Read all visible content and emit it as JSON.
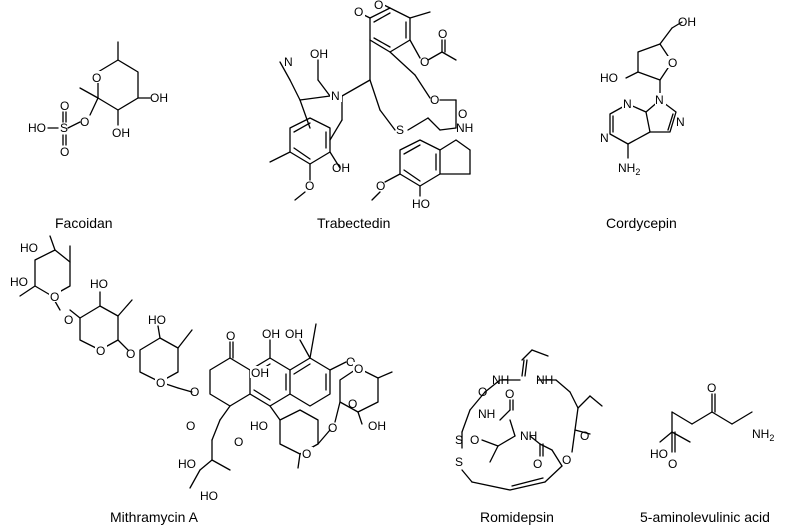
{
  "molecules": [
    {
      "id": "facoidan",
      "name": "Facoidan",
      "atoms": {
        "o_ring": "O",
        "oh1": "OH",
        "oh2": "OH",
        "o_link": "O",
        "s": "S",
        "ho": "HO",
        "o_top": "O",
        "o_bot": "O"
      }
    },
    {
      "id": "trabectedin",
      "name": "Trabectedin",
      "atoms": {
        "o1": "O",
        "o2": "O",
        "n_me": "N",
        "oh_top": "OH",
        "n_ring": "N",
        "o_ac": "O",
        "o_ac2": "O",
        "o_lac": "O",
        "o_lac2": "O",
        "s": "S",
        "nh": "NH",
        "oh_mid": "OH",
        "o_meo": "O",
        "o_meo2": "O",
        "ho": "HO"
      }
    },
    {
      "id": "cordycepin",
      "name": "Cordycepin",
      "atoms": {
        "oh": "OH",
        "o_ring": "O",
        "ho": "HO",
        "n9": "N",
        "n7": "N",
        "n3": "N",
        "n1": "N",
        "nh2": "NH"
      }
    },
    {
      "id": "mithramycin",
      "name": "Mithramycin A",
      "atoms": {
        "ho1": "HO",
        "ho2": "HO",
        "o_r1": "O",
        "o_l1": "O",
        "ho3": "HO",
        "o_r2": "O",
        "o_l2": "O",
        "ho4": "HO",
        "o_r3": "O",
        "o_l3": "O",
        "oh_ar": "OH",
        "oh_ar2": "OH",
        "o_ket": "O",
        "oh_ring": "OH",
        "o_ar_link": "O",
        "o_r4": "O",
        "o_meo": "O",
        "o_ket2": "O",
        "ho5": "HO",
        "ho6": "HO",
        "ho7": "HO",
        "o_r5": "O",
        "o_l5": "O",
        "oh5": "OH",
        "o_r6": "O"
      }
    },
    {
      "id": "romidepsin",
      "name": "Romidepsin",
      "atoms": {
        "nh1": "NH",
        "o1": "O",
        "nh2": "NH",
        "o2": "O",
        "nh3": "NH",
        "o3": "O",
        "nh4": "NH",
        "o4": "O",
        "o5": "O",
        "s1": "S",
        "s2": "S",
        "o_ester": "O"
      }
    },
    {
      "id": "ala",
      "name": "5-aminolevulinic acid",
      "atoms": {
        "o_ket": "O",
        "nh2": "NH",
        "ho": "HO",
        "o_acid": "O"
      }
    }
  ],
  "subscripts": {
    "two": "2"
  }
}
